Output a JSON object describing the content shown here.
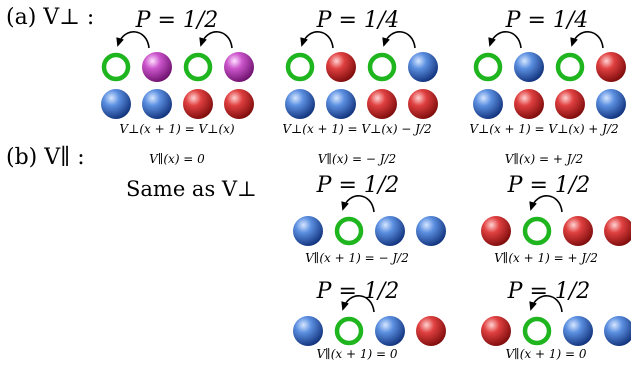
{
  "colors": {
    "vacancy": "#1fb51f",
    "blue": "#2f6fc4",
    "red": "#c42222",
    "magenta": "#bb38bb",
    "arrow": "#000000"
  },
  "row_a": {
    "label": "(a)  V⊥ :",
    "panels": [
      {
        "prob": "P = 1/2",
        "top": [
          "vacancy",
          "magenta",
          "vacancy",
          "magenta"
        ],
        "bottom": [
          "blue",
          "blue",
          "red",
          "red"
        ],
        "rule": "V⊥(x + 1) = V⊥(x)",
        "parallel": "V∥(x) = 0"
      },
      {
        "prob": "P = 1/4",
        "top": [
          "vacancy",
          "red",
          "vacancy",
          "blue"
        ],
        "bottom": [
          "blue",
          "blue",
          "red",
          "red"
        ],
        "rule": "V⊥(x + 1) = V⊥(x) − J/2",
        "parallel": "V∥(x) = − J/2"
      },
      {
        "prob": "P = 1/4",
        "top": [
          "vacancy",
          "blue",
          "vacancy",
          "red"
        ],
        "bottom": [
          "blue",
          "red",
          "red",
          "blue"
        ],
        "rule": "V⊥(x + 1) = V⊥(x) + J/2",
        "parallel": "V∥(x) = + J/2"
      }
    ]
  },
  "row_b": {
    "label": "(b)  V∥ :",
    "same_as": "Same as V⊥",
    "panels": [
      {
        "prob": "P = 1/2",
        "balls": [
          "blue",
          "vacancy",
          "blue",
          "blue"
        ],
        "rule": "V∥(x + 1) = − J/2"
      },
      {
        "prob": "P = 1/2",
        "balls": [
          "red",
          "vacancy",
          "red",
          "red"
        ],
        "rule": "V∥(x + 1) = + J/2"
      },
      {
        "prob": "P = 1/2",
        "balls": [
          "blue",
          "vacancy",
          "blue",
          "red"
        ],
        "rule": "V∥(x + 1) = 0"
      },
      {
        "prob": "P = 1/2",
        "balls": [
          "red",
          "vacancy",
          "blue",
          "blue"
        ],
        "rule": "V∥(x + 1) = 0"
      }
    ]
  }
}
